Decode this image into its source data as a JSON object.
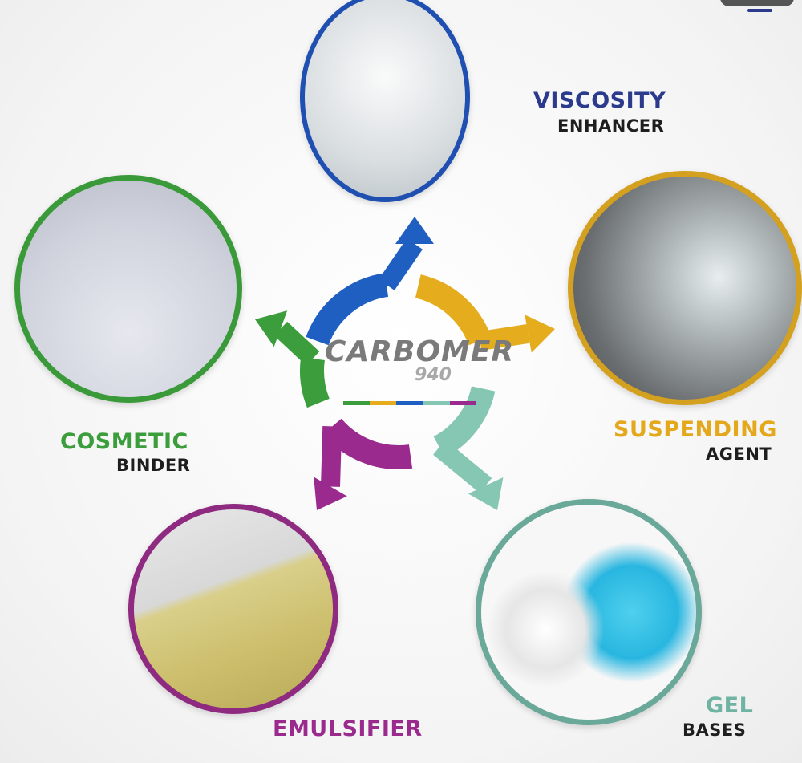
{
  "center": {
    "title": "CARBOMER",
    "number": "940",
    "stripe_colors": [
      "#3c9d3c",
      "#e5ad1e",
      "#1f5fc2",
      "#86c7b4",
      "#9b2a8e"
    ]
  },
  "functions": [
    {
      "line1": "VISCOSITY",
      "line2": "ENHANCER",
      "color": "#2b3a8c",
      "ring": "#1f4fb0"
    },
    {
      "line1": "SUSPENDING",
      "line2": "AGENT",
      "color": "#e3a81c",
      "ring": "#d4a020"
    },
    {
      "line1": "GEL",
      "line2": "BASES",
      "color": "#6fb3a3",
      "ring": "#6aa899"
    },
    {
      "line1": "EMULSIFIER",
      "color": "#9b2a8e",
      "ring": "#8e2a80"
    },
    {
      "line1": "COSMETIC",
      "line2": "BINDER",
      "color": "#3c9d3c",
      "ring": "#3a9a3a"
    }
  ],
  "arrow_colors": [
    "#1f5fc2",
    "#e5ad1e",
    "#86c7b4",
    "#9b2a8e",
    "#3c9d3c"
  ]
}
